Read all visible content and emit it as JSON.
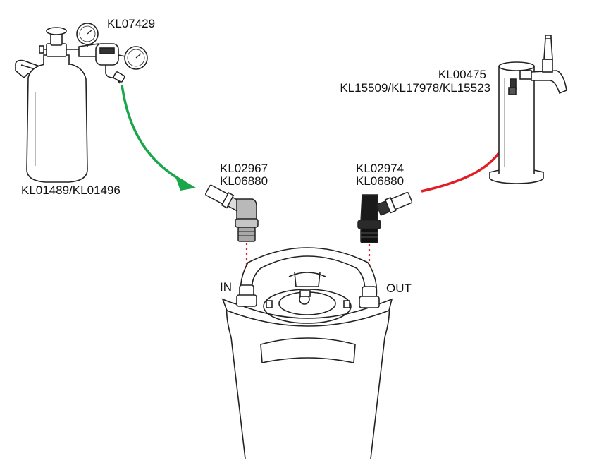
{
  "labels": {
    "regulator": "KL07429",
    "gas_cylinder": "KL01489/KL01496",
    "gas_disconnect_line1": "KL02967",
    "gas_disconnect_line2": "KL06880",
    "liquid_disconnect_line1": "KL02974",
    "liquid_disconnect_line2": "KL06880",
    "tap_line1": "KL00475",
    "tap_line2": "KL15509/KL17978/KL15523",
    "in_port": "IN",
    "out_port": "OUT"
  },
  "colors": {
    "gas_arrow": "#1aa64a",
    "beer_arrow": "#e01e25",
    "guide_dots": "#e01e25",
    "outline": "#222222",
    "gas_disconnect_fill": "#b9b9b9",
    "liquid_disconnect_fill": "#1a1a1a"
  }
}
